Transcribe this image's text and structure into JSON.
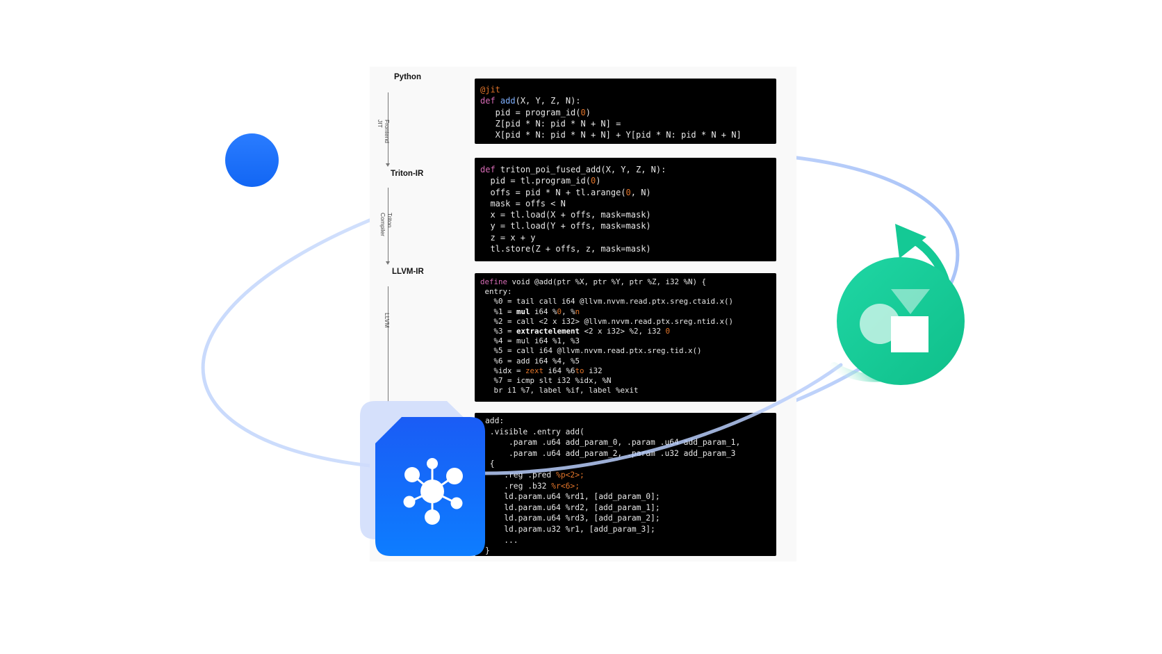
{
  "stages": {
    "python": "Python",
    "triton_ir": "Triton-IR",
    "llvm_ir": "LLVM-IR"
  },
  "passes": {
    "p1": "Frontend\nJIT",
    "p2": "Triton\nCompiler",
    "p3": "LLVM"
  },
  "code": {
    "python_block": "Python @jit kernel",
    "triton_block": "triton_poi_fused_add",
    "llvm_block": "define void @add",
    "ptx_block": ".visible .entry add"
  },
  "icons": {
    "dot": "blue-circle-icon",
    "network": "network-nodes-icon",
    "rotate": "rotate-arrow-icon",
    "shapes": "shapes-icon"
  },
  "colors": {
    "blue": "#1266f4",
    "green": "#14c995",
    "orbit": "#bcd2fb"
  }
}
